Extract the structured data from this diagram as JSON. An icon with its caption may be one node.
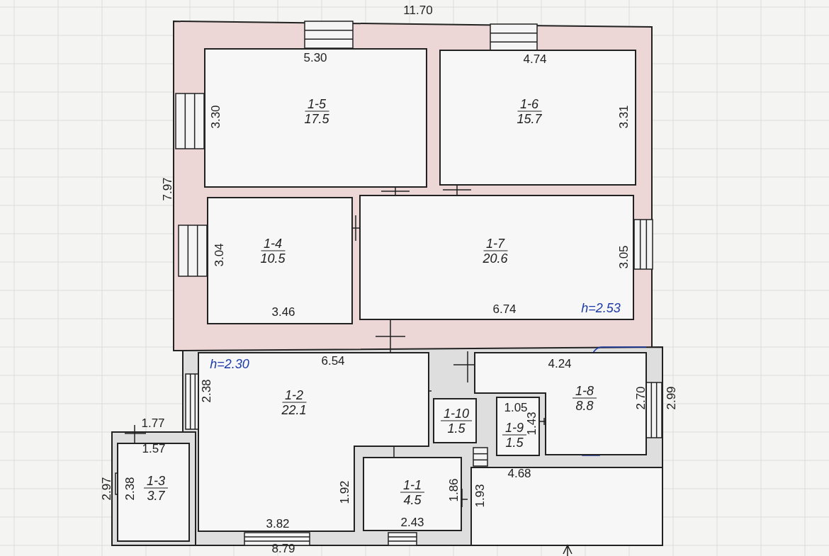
{
  "diagram": {
    "nodes": [
      {
        "text": [
          "1-5",
          "17.5"
        ]
      },
      {
        "text": [
          "1-6",
          "15.7"
        ]
      },
      {
        "text": [
          "1-4",
          "10.5"
        ]
      },
      {
        "text": [
          "1-7",
          "20.6"
        ]
      },
      {
        "text": [
          "1-2",
          "22.1"
        ]
      },
      {
        "text": [
          "1-10",
          "1.5"
        ]
      },
      {
        "text": [
          "1-9",
          "1.5"
        ]
      },
      {
        "text": [
          "1-8",
          "8.8"
        ]
      },
      {
        "text": [
          "1-3",
          "3.7"
        ]
      },
      {
        "text": [
          "1-1",
          "4.5"
        ]
      }
    ],
    "edges": [],
    "labels": [
      "11.70",
      "5.30",
      "4.74",
      "3.30",
      "3.31",
      "7.97",
      "3.04",
      "3.05",
      "3.46",
      "6.74",
      "h=2.53",
      "h=2.30",
      "6.54",
      "4.24",
      "2.38",
      "1.05",
      "1.43",
      "2.70",
      "2.99",
      "1.77",
      "1.57",
      "2.97",
      "2.38",
      "1.92",
      "1.86",
      "1.93",
      "4.68",
      "3.82",
      "2.43",
      "8.79"
    ]
  }
}
